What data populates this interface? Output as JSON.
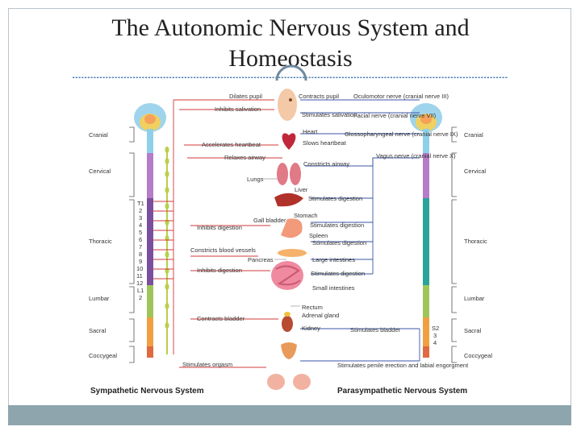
{
  "title": {
    "line1": "The Autonomic Nervous System and",
    "line2": "Homeostasis"
  },
  "colors": {
    "sympathetic": "#d23a3a",
    "parasympathetic": "#3b55a8",
    "footer": "#8fa5ad",
    "deco": "#4a7fb4"
  },
  "left_regions": [
    "Cranial",
    "Cervical",
    "Thoracic",
    "Lumbar",
    "Sacral",
    "Coccygeal"
  ],
  "right_regions": [
    "Cranial",
    "Cervical",
    "Thoracic",
    "Lumbar",
    "Sacral",
    "Coccygeal"
  ],
  "vertebrae": [
    "T1",
    "2",
    "3",
    "4",
    "5",
    "6",
    "7",
    "8",
    "9",
    "10",
    "11",
    "12",
    "L1",
    "2"
  ],
  "sacral_numbers": [
    "S2",
    "3",
    "4"
  ],
  "sympathetic_effects": [
    "Dilates pupil",
    "Inhibits salivation",
    "Accelerates heartbeat",
    "Relaxes airway",
    "Inhibits digestion",
    "Constricts blood vessels",
    "Inhibits digestion",
    "Contracts bladder",
    "Stimulates orgasm"
  ],
  "organs": {
    "lungs": "Lungs",
    "liver": "Liver",
    "gall_bladder": "Gall bladder",
    "stomach": "Stomach",
    "spleen": "Spleen",
    "pancreas": "Pancreas",
    "large_intestines": "Large intestines",
    "small_intestines": "Small intestines",
    "rectum": "Rectum",
    "adrenal_gland": "Adrenal gland",
    "kidney": "Kidney",
    "heart": "Heart"
  },
  "parasympathetic_effects": [
    "Contracts pupil",
    "Stimulates salivation",
    "Slows heartbeat",
    "Constricts airway",
    "Stimulates digestion",
    "Stimulates digestion",
    "Stimulates digestion",
    "Stimulates digestion",
    "Stimulates bladder",
    "Stimulates penile erection and labial engorgment"
  ],
  "nerves": [
    "Oculomotor nerve (cranial nerve III)",
    "Facial nerve (cranial nerve VII)",
    "Glossopharyngeal nerve (cranial nerve IX)",
    "Vagus nerve (cranial nerve X)"
  ],
  "captions": {
    "sympathetic": "Sympathetic Nervous System",
    "parasympathetic": "Parasympathetic Nervous System"
  }
}
